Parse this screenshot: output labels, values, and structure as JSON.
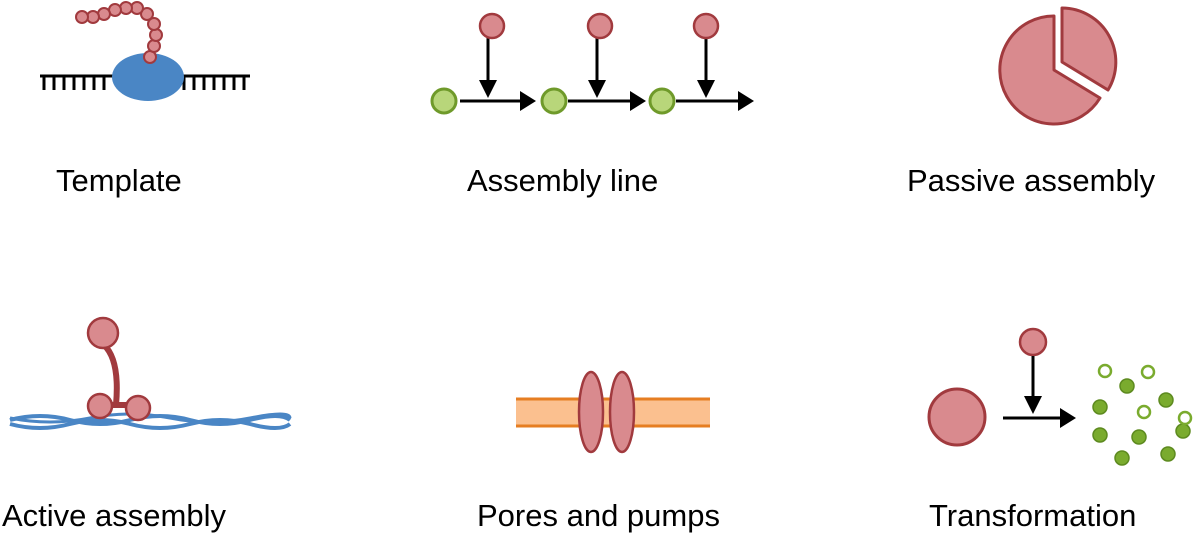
{
  "colors": {
    "pink_fill": "#d98a8e",
    "pink_stroke": "#a13a3e",
    "green_fill": "#b8d67a",
    "green_stroke": "#6f9a2a",
    "dark_green": "#7aab2e",
    "blue": "#4a86c5",
    "orange_fill": "#fbc08f",
    "orange_stroke": "#e67e22",
    "black": "#000000"
  },
  "panels": [
    {
      "id": "template",
      "label": "Template",
      "icon": "ribosome-on-mrna-icon"
    },
    {
      "id": "assembly-line",
      "label": "Assembly line",
      "icon": "assembly-line-icon"
    },
    {
      "id": "passive-assembly",
      "label": "Passive assembly",
      "icon": "pie-slice-icon"
    },
    {
      "id": "active-assembly",
      "label": "Active assembly",
      "icon": "motor-on-filament-icon"
    },
    {
      "id": "pores-and-pumps",
      "label": "Pores and pumps",
      "icon": "membrane-pore-icon"
    },
    {
      "id": "transformation",
      "label": "Transformation",
      "icon": "breakdown-reaction-icon"
    }
  ]
}
